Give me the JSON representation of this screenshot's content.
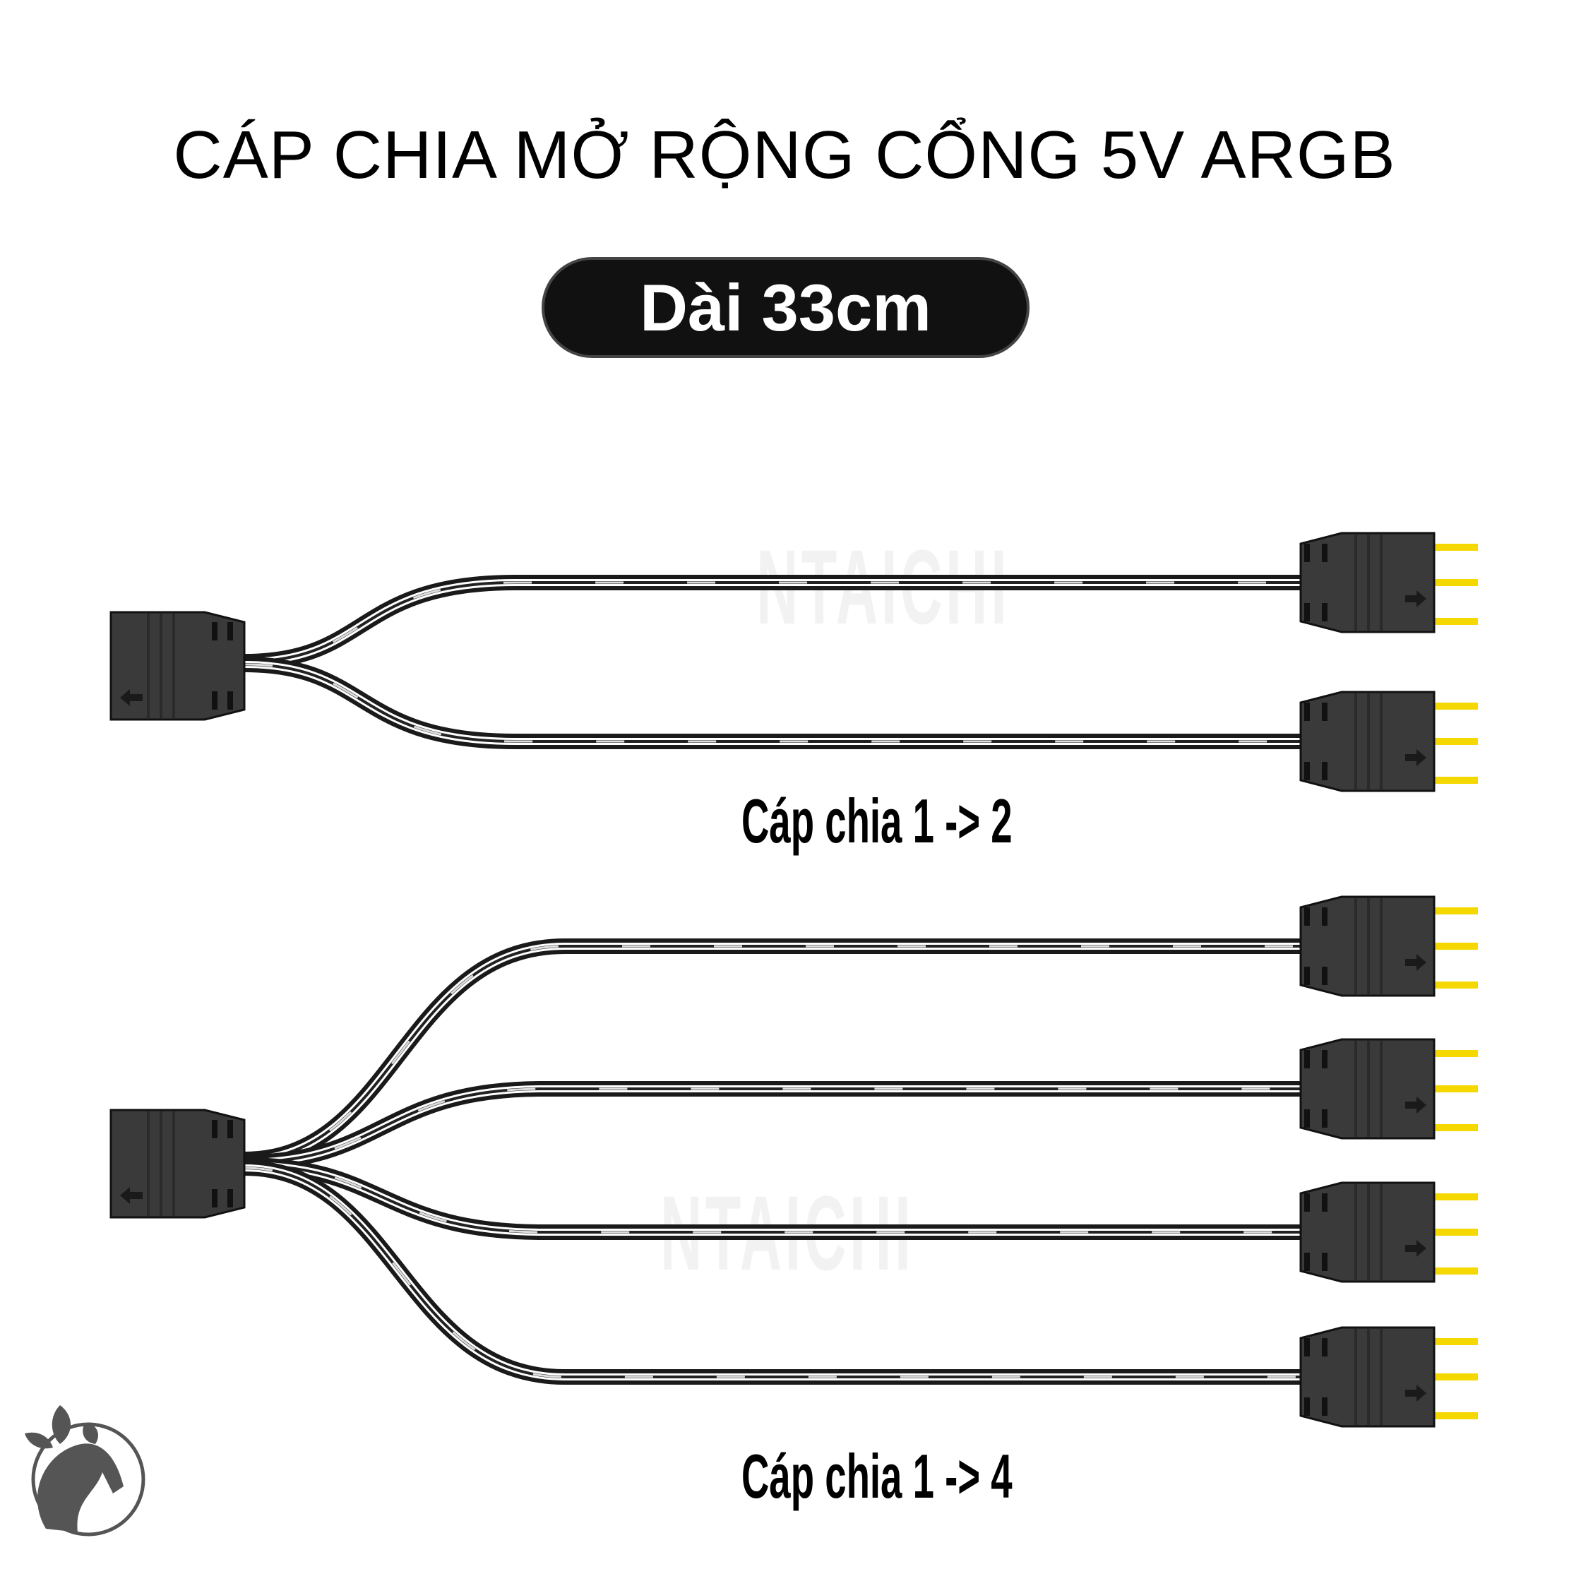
{
  "header": {
    "title": "CÁP CHIA MỞ RỘNG CỔNG 5V ARGB",
    "length_badge": "Dài 33cm"
  },
  "products": [
    {
      "label": "Cáp chia 1 -> 2",
      "outputs": 2
    },
    {
      "label": "Cáp chia 1 -> 4",
      "outputs": 4
    }
  ],
  "watermark": "NTAICHI",
  "colors": {
    "connector": "#3a3a3a",
    "pin": "#f5d800",
    "cable": "#1a1a1a"
  }
}
